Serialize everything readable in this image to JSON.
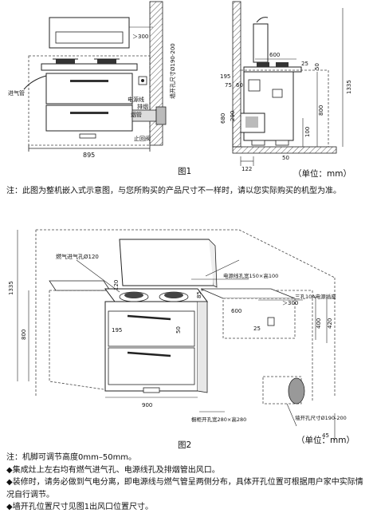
{
  "figure1": {
    "caption": "图1",
    "unit": "（单位：mm）",
    "dims": {
      "width_895": "895",
      "gt300": "＞300",
      "d600": "600",
      "d25": "25",
      "d50": "50",
      "d1335": "1335",
      "d195": "195",
      "d75": "75",
      "d60": "60",
      "d680": "680",
      "d290": "290",
      "d800": "800",
      "d100": "100",
      "d122": "122",
      "d50b": "50"
    },
    "labels": {
      "gas_inlet": "进气管",
      "power_line": "电源线",
      "pipe_a": "排烟",
      "pipe_b": "烟管",
      "check_valve": "止回阀",
      "wall_hole": "墙开孔尺寸Ø190-200"
    }
  },
  "note1": "注：此图为整机嵌入式示意图，与您所购买的产品尺寸不一样时，请以您实际购买的机型为准。",
  "figure2": {
    "caption": "图2",
    "unit": "（单位：mm）",
    "dims": {
      "d1335": "1335",
      "d800": "800",
      "d120": "120",
      "d85": "85",
      "d195": "195",
      "d50": "50",
      "d600": "600",
      "d900": "900",
      "gt300": "＞300",
      "d25": "25",
      "d400": "400",
      "d420": "420",
      "d45": "45"
    },
    "labels": {
      "gas_hole": "燃气进气孔Ø120",
      "cable_hole": "电源线孔宽150×高100",
      "socket": "三孔10A电源插座",
      "cabinet_hole": "橱柜开孔宽280×高280",
      "wall_hole": "墙开孔尺寸Ø190-200"
    }
  },
  "notes": [
    "注：机脚可调节高度0mm–50mm。",
    "◆集成灶上左右均有燃气进气孔、电源线孔及排烟管出风口。",
    "◆装修时，请务必做到气电分离，即电源线与燃气管呈两侧分布，具体开孔位置可根据用户家中实际情况自行调节。",
    "◆墙开孔位置尺寸见图1出风口位置尺寸。"
  ]
}
